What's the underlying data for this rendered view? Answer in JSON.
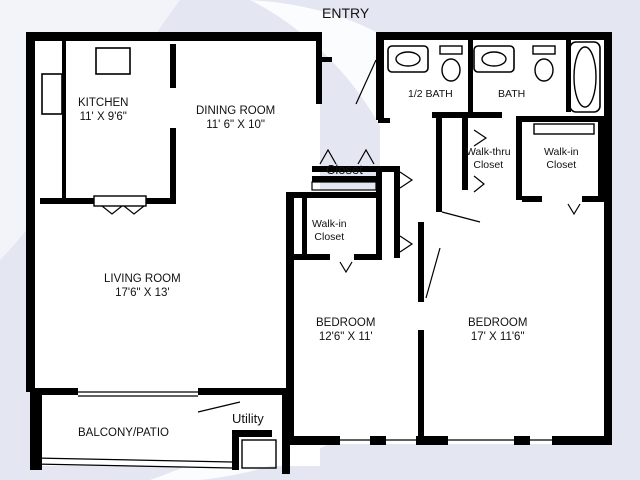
{
  "entry_label": "ENTRY",
  "rooms": {
    "kitchen": {
      "name": "KITCHEN",
      "dims": "11' X 9'6\""
    },
    "dining": {
      "name": "DINING ROOM",
      "dims": "11' 6\" X 10\""
    },
    "living": {
      "name": "LIVING ROOM",
      "dims": "17'6\" X 13'"
    },
    "balcony": {
      "name": "BALCONY/PATIO"
    },
    "utility": {
      "name": "Utility"
    },
    "closet": {
      "name": "Closet"
    },
    "walkin_left": {
      "line1": "Walk-in",
      "line2": "Closet"
    },
    "half_bath": {
      "name": "1/2 BATH"
    },
    "bath": {
      "name": "BATH"
    },
    "walkthru": {
      "line1": "Walk-thru",
      "line2": "Closet"
    },
    "walkin_right": {
      "line1": "Walk-in",
      "line2": "Closet"
    },
    "bedroom1": {
      "name": "BEDROOM",
      "dims": "12'6\" X 11'"
    },
    "bedroom2": {
      "name": "BEDROOM",
      "dims": "17' X 11'6\""
    }
  },
  "colors": {
    "wall": "#000000",
    "background_swoosh": "#d6d9ea",
    "paper": "#ffffff"
  }
}
